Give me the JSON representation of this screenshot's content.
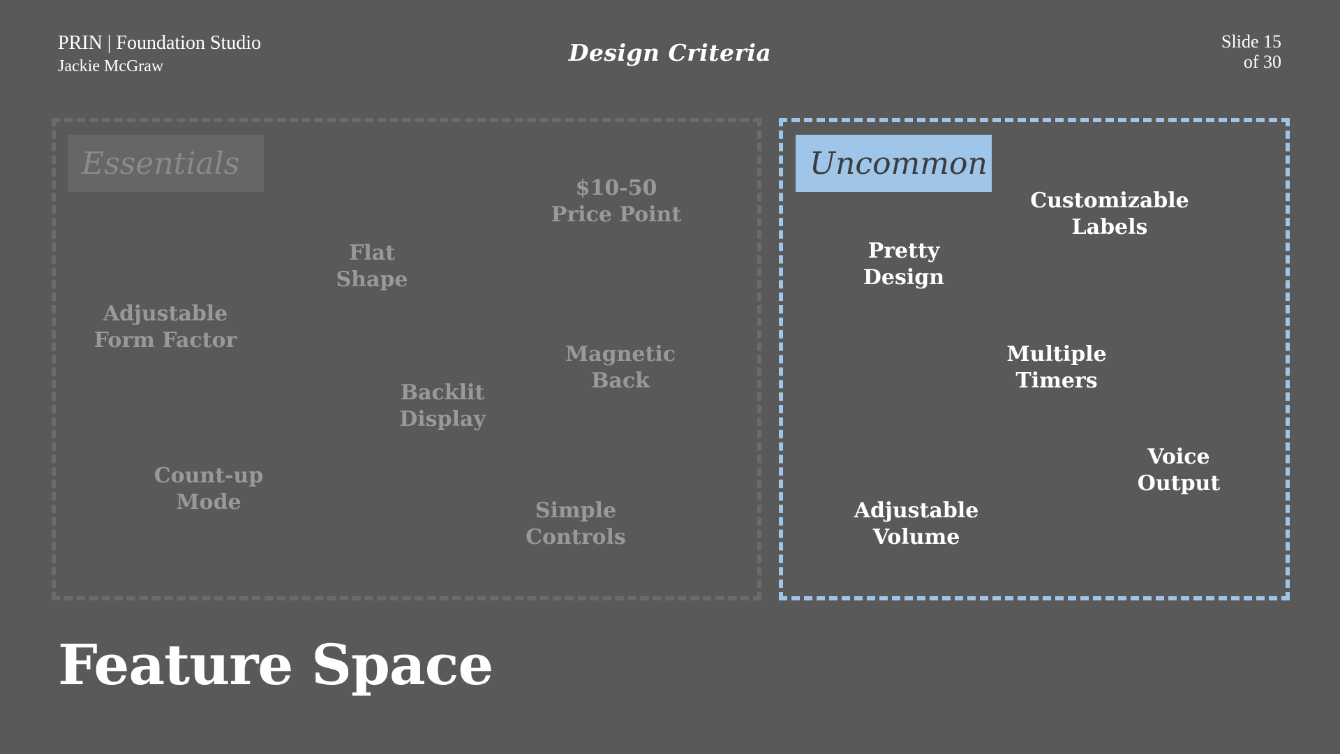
{
  "header": {
    "course": "PRIN | Foundation Studio",
    "author": "Jackie McGraw",
    "section": "Design Criteria",
    "slide_line1": "Slide 15",
    "slide_line2": "of 30"
  },
  "colors": {
    "background": "#595959",
    "essentials_border": "#6b6b6b",
    "uncommon_accent": "#9fc5e8",
    "muted_text": "#999999",
    "bright_text": "#ffffff"
  },
  "essentials": {
    "tag": "Essentials",
    "features": [
      {
        "line1": "$10-50",
        "line2": "Price Point"
      },
      {
        "line1": "Flat",
        "line2": "Shape"
      },
      {
        "line1": "Adjustable",
        "line2": "Form Factor"
      },
      {
        "line1": "Magnetic",
        "line2": "Back"
      },
      {
        "line1": "Backlit",
        "line2": "Display"
      },
      {
        "line1": "Count-up",
        "line2": "Mode"
      },
      {
        "line1": "Simple",
        "line2": "Controls"
      }
    ]
  },
  "uncommon": {
    "tag": "Uncommon",
    "features": [
      {
        "line1": "Customizable",
        "line2": "Labels"
      },
      {
        "line1": "Pretty",
        "line2": "Design"
      },
      {
        "line1": "Multiple",
        "line2": "Timers"
      },
      {
        "line1": "Voice",
        "line2": "Output"
      },
      {
        "line1": "Adjustable",
        "line2": "Volume"
      }
    ]
  },
  "title": "Feature Space"
}
